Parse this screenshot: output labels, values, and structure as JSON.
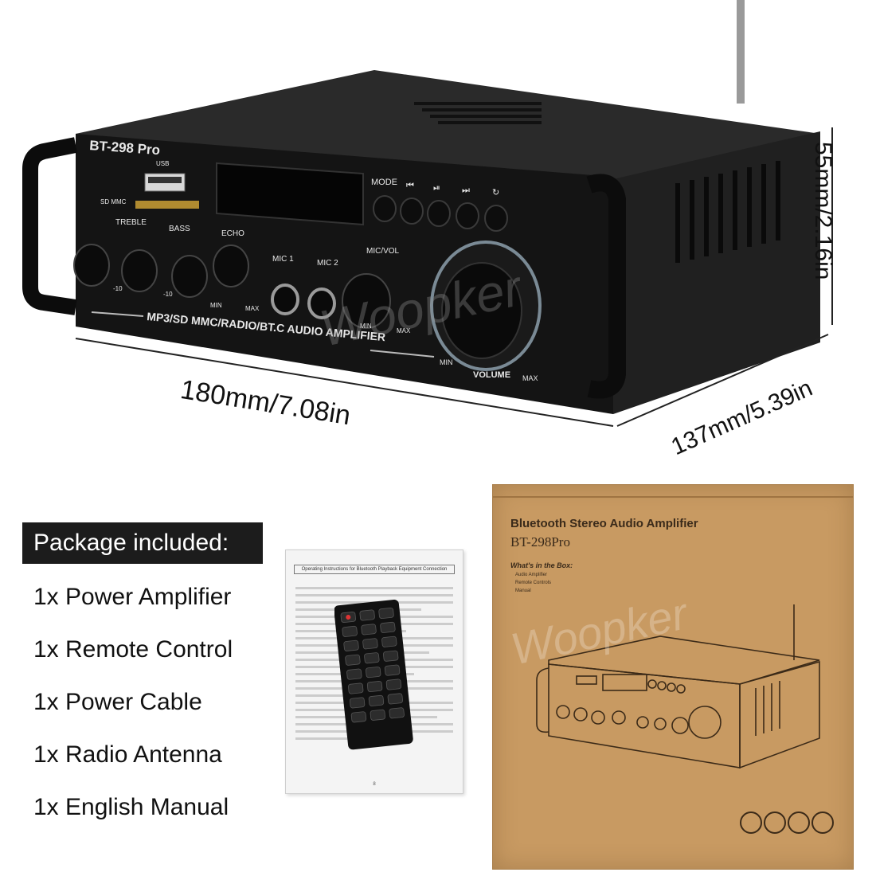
{
  "product": {
    "model_front": "BT-298 Pro",
    "usb_label": "USB",
    "sd_label": "SD MMC",
    "knob_labels": [
      "TREBLE",
      "BASS",
      "ECHO",
      "MIC/VOL"
    ],
    "mic_labels": [
      "MIC 1",
      "MIC 2"
    ],
    "button_labels": [
      "MODE",
      "⏮",
      "⏯",
      "⏭",
      "↻"
    ],
    "scale_labels": {
      "min": "MIN",
      "max": "MAX",
      "neg": "-10",
      "volume": "VOLUME"
    },
    "front_caption": "MP3/SD MMC/RADIO/BT.C AUDIO AMPLIFIER"
  },
  "dimensions": {
    "width": "180mm/7.08in",
    "depth": "137mm/5.39in",
    "height": "55mm/2.16in"
  },
  "watermark": "Woopker",
  "package": {
    "title": "Package included:",
    "items": [
      "1x Power Amplifier",
      "1x Remote Control",
      "1x Power Cable",
      "1x Radio Antenna",
      "1x English Manual"
    ]
  },
  "manual": {
    "heading": "Operating Instructions for Bluetooth Playback Equipment Connection",
    "page_number": "8"
  },
  "box": {
    "title": "Bluetooth Stereo Audio Amplifier",
    "model": "BT-298Pro",
    "contents_heading": "What's in the Box:",
    "contents": [
      "Audio Amplifier",
      "Remote Controls",
      "Manual"
    ]
  },
  "colors": {
    "amp_body": "#1a1a1a",
    "cardboard": "#c89a62",
    "package_title_bg": "#1c1c1c"
  }
}
